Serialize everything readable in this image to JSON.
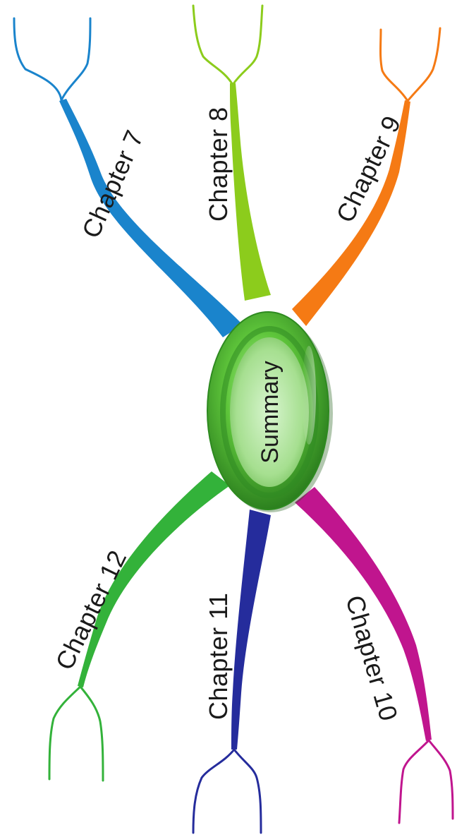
{
  "center": {
    "label": "Summary",
    "color": "#4cae2a"
  },
  "branches": [
    {
      "label": "Chapter 7",
      "color": "#1a84cc"
    },
    {
      "label": "Chapter 8",
      "color": "#8ccc1c"
    },
    {
      "label": "Chapter 9",
      "color": "#f57a14"
    },
    {
      "label": "Chapter 10",
      "color": "#c0158e"
    },
    {
      "label": "Chapter 11",
      "color": "#252c9c"
    },
    {
      "label": "Chapter 12",
      "color": "#33b23a"
    }
  ]
}
